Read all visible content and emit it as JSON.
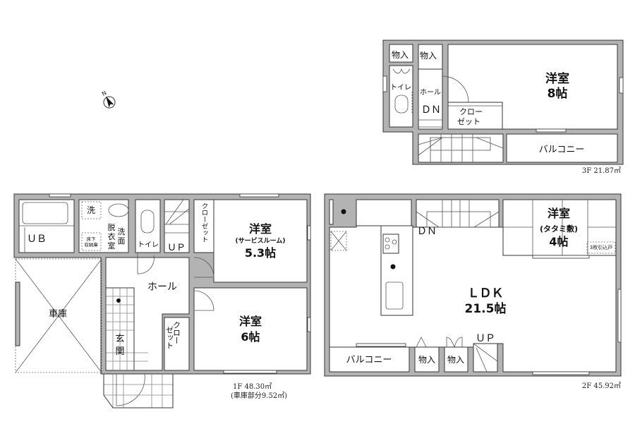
{
  "floor3": {
    "storage_a": "物入",
    "storage_b": "物入",
    "toilet": "トイレ",
    "hall": "ホール",
    "down": "ＤＮ",
    "closet_1": "クロー",
    "closet_2": "ゼット",
    "bedroom_1": "洋室",
    "bedroom_2": "8帖",
    "balcony": "バルコニー",
    "area": "3F 21.87㎡"
  },
  "floor2": {
    "down": "ＤＮ",
    "up": "ＵＰ",
    "washitsu_1": "洋室",
    "washitsu_2": "(タタミ敷)",
    "washitsu_3": "4帖",
    "sliding_door": "3枚引込戸",
    "ldk_1": "ＬＤＫ",
    "ldk_2": "21.5帖",
    "balcony": "バルコニー",
    "storage_a": "物入",
    "storage_b": "物入",
    "area": "2F 45.92㎡"
  },
  "floor1": {
    "bath": "ＵＢ",
    "washer": "洗",
    "underfloor_1": "床下",
    "underfloor_2": "収納庫",
    "dressing_1": "脱",
    "dressing_2": "衣",
    "dressing_3": "室",
    "wash_1": "洗",
    "wash_2": "面",
    "toilet": "トイレ",
    "up": "ＵＰ",
    "closet_top": "クローゼット",
    "bedroom_a_1": "洋室",
    "bedroom_a_2": "(サービスルーム)",
    "bedroom_a_3": "5.3帖",
    "hall": "ホール",
    "garage": "車庫",
    "entrance_1": "玄",
    "entrance_2": "関",
    "closet_b_1": "クロー",
    "closet_b_2": "ゼット",
    "bedroom_b_1": "洋室",
    "bedroom_b_2": "6帖",
    "area": "1F 48.30㎡",
    "garage_area": "(車庫部分9.52㎡)"
  },
  "compass": {
    "label": "N"
  }
}
